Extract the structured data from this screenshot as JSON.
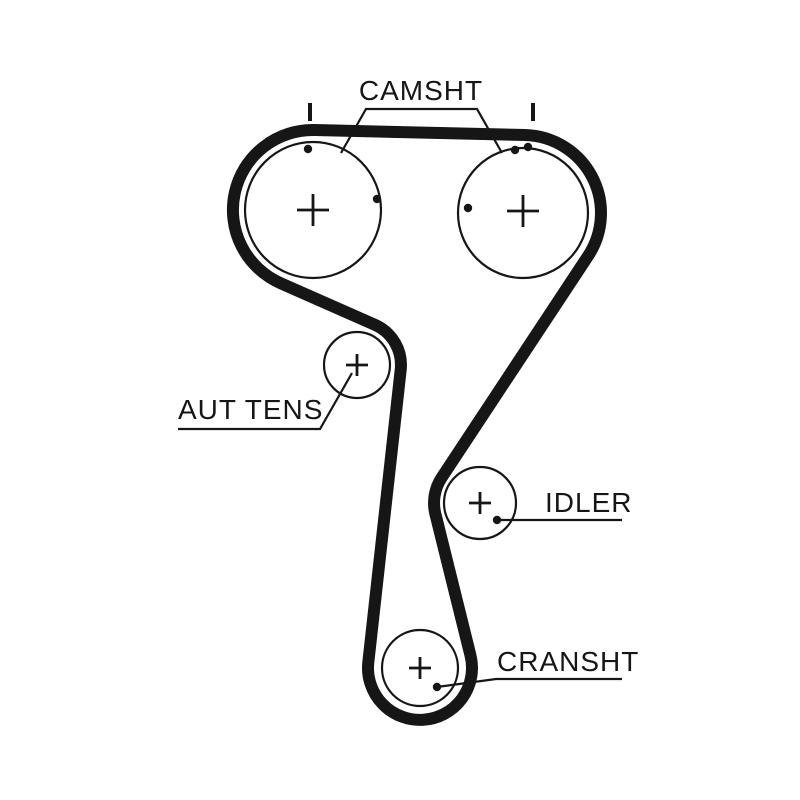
{
  "diagram": {
    "type": "timing-belt-routing",
    "labels": {
      "camshaft": "CAMSHT",
      "aut_tens": "AUT TENS",
      "idler": "IDLER",
      "crankshaft": "CRANSHT"
    },
    "markers": {
      "pulley_center": "+"
    },
    "colors": {
      "ink": "#161616",
      "background": "#ffffff"
    }
  }
}
